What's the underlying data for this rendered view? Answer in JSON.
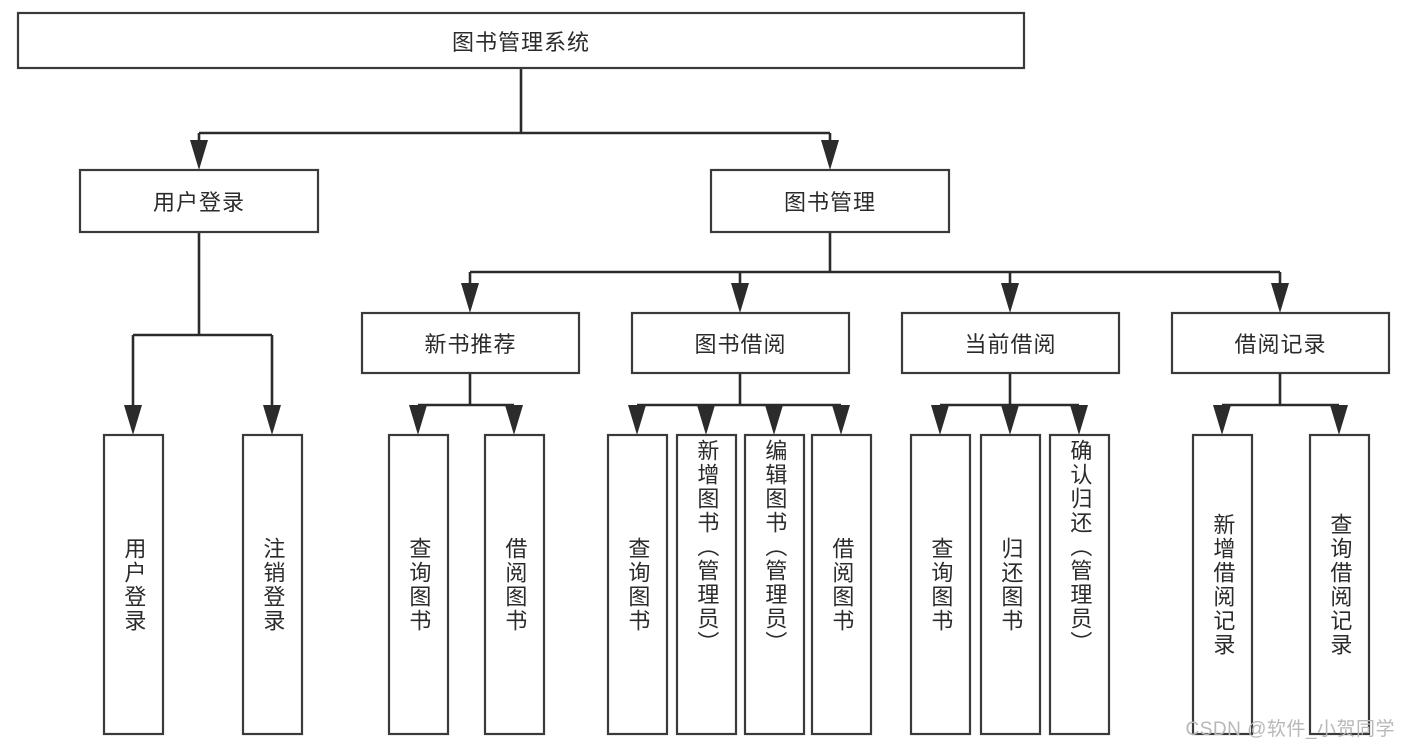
{
  "diagram": {
    "type": "tree-hierarchy",
    "title": "图书管理系统",
    "watermark": "CSDN @软件_小贺同学",
    "root": {
      "id": "root",
      "label": "图书管理系统",
      "orientation": "horizontal"
    },
    "level1": [
      {
        "id": "user-login",
        "label": "用户登录",
        "orientation": "horizontal"
      },
      {
        "id": "book-management",
        "label": "图书管理",
        "orientation": "horizontal"
      }
    ],
    "level2": [
      {
        "id": "new-book-recommend",
        "label": "新书推荐",
        "parent": "book-management",
        "orientation": "horizontal"
      },
      {
        "id": "book-borrow",
        "label": "图书借阅",
        "parent": "book-management",
        "orientation": "horizontal"
      },
      {
        "id": "current-borrow",
        "label": "当前借阅",
        "parent": "book-management",
        "orientation": "horizontal"
      },
      {
        "id": "borrow-record",
        "label": "借阅记录",
        "parent": "book-management",
        "orientation": "horizontal"
      }
    ],
    "leaves": [
      {
        "id": "leaf-user-login",
        "label": "用户登录",
        "parent": "user-login",
        "orientation": "vertical"
      },
      {
        "id": "leaf-user-logout",
        "label": "注销登录",
        "parent": "user-login",
        "orientation": "vertical"
      },
      {
        "id": "leaf-query-book-rec",
        "label": "查询图书",
        "parent": "new-book-recommend",
        "orientation": "vertical"
      },
      {
        "id": "leaf-borrow-book-rec",
        "label": "借阅图书",
        "parent": "new-book-recommend",
        "orientation": "vertical"
      },
      {
        "id": "leaf-query-book-bor",
        "label": "查询图书",
        "parent": "book-borrow",
        "orientation": "vertical"
      },
      {
        "id": "leaf-add-book",
        "label": "新增图书（管理员）",
        "parent": "book-borrow",
        "orientation": "vertical"
      },
      {
        "id": "leaf-edit-book",
        "label": "编辑图书（管理员）",
        "parent": "book-borrow",
        "orientation": "vertical"
      },
      {
        "id": "leaf-borrow-book-bor",
        "label": "借阅图书",
        "parent": "book-borrow",
        "orientation": "vertical"
      },
      {
        "id": "leaf-query-book-cur",
        "label": "查询图书",
        "parent": "current-borrow",
        "orientation": "vertical"
      },
      {
        "id": "leaf-return-book",
        "label": "归还图书",
        "parent": "current-borrow",
        "orientation": "vertical"
      },
      {
        "id": "leaf-confirm-return",
        "label": "确认归还（管理员）",
        "parent": "current-borrow",
        "orientation": "vertical"
      },
      {
        "id": "leaf-add-record",
        "label": "新增借阅记录",
        "parent": "borrow-record",
        "orientation": "vertical"
      },
      {
        "id": "leaf-query-record",
        "label": "查询借阅记录",
        "parent": "borrow-record",
        "orientation": "vertical"
      }
    ],
    "colors": {
      "box_stroke": "#3a3a3a",
      "connector": "#2b2b2b",
      "text": "#2b2b2b",
      "background": "#ffffff",
      "watermark": "#b8b8b8"
    }
  }
}
